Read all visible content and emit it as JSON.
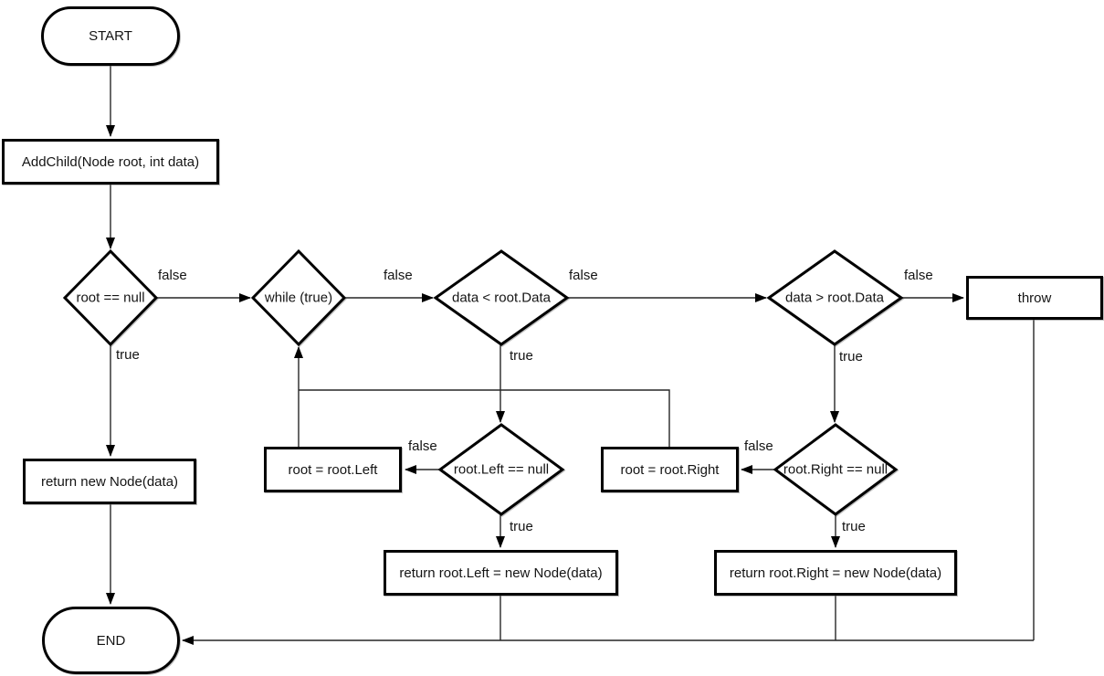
{
  "diagram": {
    "type": "flowchart",
    "topic": "Binary search tree AddChild algorithm",
    "colors": {
      "background": "#ffffff",
      "shape_border": "#000000",
      "connector": "#262626",
      "text": "#141414"
    },
    "branch_labels": {
      "t": "true",
      "f": "false"
    },
    "nodes": {
      "start": {
        "label": "START",
        "shape": "terminator"
      },
      "addchild": {
        "label": "AddChild(Node root, int data)",
        "shape": "process"
      },
      "root_null": {
        "label": "root == null",
        "shape": "decision"
      },
      "while_true": {
        "label": "while (true)",
        "shape": "decision"
      },
      "data_lt": {
        "label": "data < root.Data",
        "shape": "decision"
      },
      "data_gt": {
        "label": "data > root.Data",
        "shape": "decision"
      },
      "throw_node": {
        "label": "throw",
        "shape": "process"
      },
      "root_eq_left": {
        "label": "root = root.Left",
        "shape": "process"
      },
      "left_null": {
        "label": "root.Left == null",
        "shape": "decision"
      },
      "root_eq_right": {
        "label": "root = root.Right",
        "shape": "process"
      },
      "right_null": {
        "label": "root.Right == null",
        "shape": "decision"
      },
      "return_left": {
        "label": "return root.Left = new Node(data)",
        "shape": "process"
      },
      "return_right": {
        "label": "return root.Right = new Node(data)",
        "shape": "process"
      },
      "return_new": {
        "label": "return new Node(data)",
        "shape": "process"
      },
      "end": {
        "label": "END",
        "shape": "terminator"
      }
    },
    "edges": [
      {
        "from": "start",
        "to": "addchild",
        "label": ""
      },
      {
        "from": "addchild",
        "to": "root_null",
        "label": ""
      },
      {
        "from": "root_null",
        "to": "while_true",
        "label": "false"
      },
      {
        "from": "root_null",
        "to": "return_new",
        "label": "true"
      },
      {
        "from": "while_true",
        "to": "data_lt",
        "label": "false"
      },
      {
        "from": "data_lt",
        "to": "data_gt",
        "label": "false"
      },
      {
        "from": "data_gt",
        "to": "throw_node",
        "label": "false"
      },
      {
        "from": "data_lt",
        "to": "left_null",
        "label": "true"
      },
      {
        "from": "data_gt",
        "to": "right_null",
        "label": "true"
      },
      {
        "from": "left_null",
        "to": "root_eq_left",
        "label": "false"
      },
      {
        "from": "left_null",
        "to": "return_left",
        "label": "true"
      },
      {
        "from": "right_null",
        "to": "root_eq_right",
        "label": "false"
      },
      {
        "from": "right_null",
        "to": "return_right",
        "label": "true"
      },
      {
        "from": "root_eq_left",
        "to": "while_true",
        "label": ""
      },
      {
        "from": "root_eq_right",
        "to": "while_true",
        "label": ""
      },
      {
        "from": "return_new",
        "to": "end",
        "label": ""
      },
      {
        "from": "return_left",
        "to": "end",
        "label": ""
      },
      {
        "from": "return_right",
        "to": "end",
        "label": ""
      },
      {
        "from": "throw_node",
        "to": "end",
        "label": ""
      }
    ]
  }
}
